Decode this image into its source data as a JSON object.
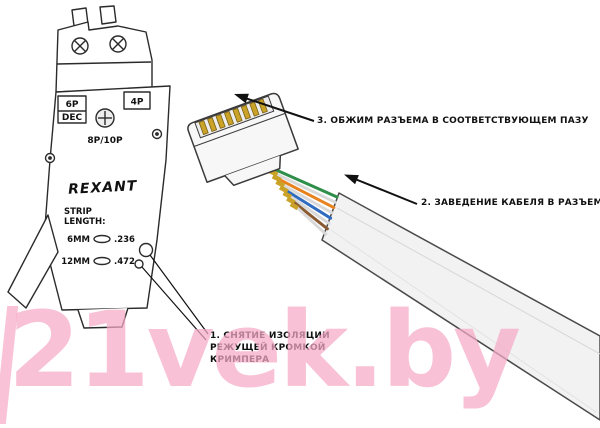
{
  "steps": {
    "step1_line1": "1. СНЯТИЕ ИЗОЛЯЦИИ",
    "step1_line2": "РЕЖУЩЕЙ КРОМКОЙ КРИМПЕРА",
    "step2": "2. ЗАВЕДЕНИЕ КАБЕЛЯ В РАЗЪЕМ",
    "step3": "3. ОБЖИМ РАЗЪЕМА В СООТВЕТСТВУЮЩЕМ ПАЗУ"
  },
  "tool": {
    "brand": "REXANT",
    "label_6p": "6P",
    "label_dec": "DEC",
    "label_4p": "4P",
    "label_8p10p": "8P/10P",
    "strip_line1": "STRIP",
    "strip_line2": "LENGTH:",
    "len_6mm": "6MM",
    "len_236": ".236",
    "len_12mm": "12MM",
    "len_472": ".472"
  },
  "watermark": {
    "text": "21vek.by"
  },
  "colors": {
    "watermark_pink": "#f6aac7",
    "contact_gold": "#c9a227",
    "cable_gray": "#f2f2f2",
    "line_dark": "#2b2b2b"
  }
}
